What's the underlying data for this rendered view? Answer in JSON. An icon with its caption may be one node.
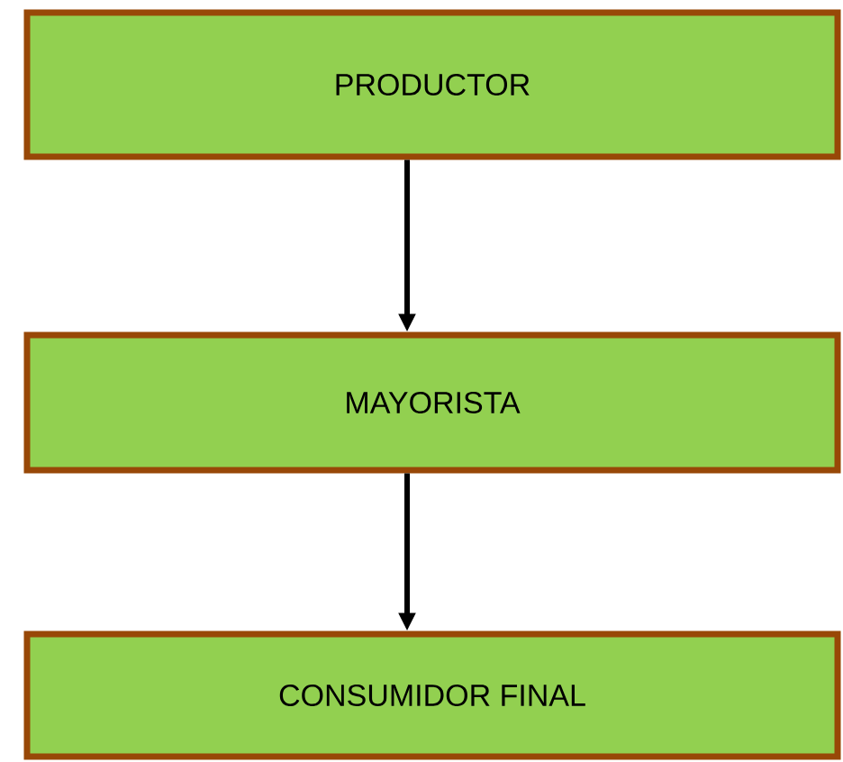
{
  "diagram": {
    "nodes": [
      {
        "text": [
          "PRODUCTOR"
        ]
      },
      {
        "text": [
          "MAYORISTA"
        ]
      },
      {
        "text": [
          "CONSUMIDOR FINAL"
        ]
      }
    ],
    "edges": [
      {
        "from": 0,
        "to": 1,
        "arrow": "to"
      },
      {
        "from": 1,
        "to": 2,
        "arrow": "to"
      }
    ]
  }
}
